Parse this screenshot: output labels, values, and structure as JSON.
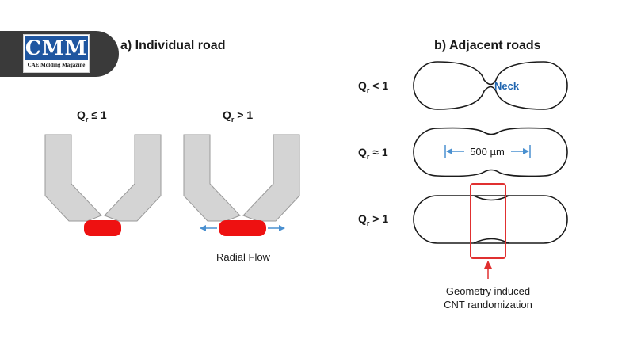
{
  "logo": {
    "name": "CMM",
    "tagline": "CAE Molding Magazine"
  },
  "panel_a": {
    "title": "a) Individual road",
    "case_left": {
      "q": "Q",
      "sub": "r",
      "rel": " ≤ 1"
    },
    "case_right": {
      "q": "Q",
      "sub": "r",
      "rel": " > 1"
    },
    "flow_label": "Radial Flow"
  },
  "panel_b": {
    "title": "b) Adjacent roads",
    "rows": [
      {
        "q": "Q",
        "sub": "r",
        "rel": " < 1"
      },
      {
        "q": "Q",
        "sub": "r",
        "rel": " ≈ 1"
      },
      {
        "q": "Q",
        "sub": "r",
        "rel": " > 1"
      }
    ],
    "neck_label": "Neck",
    "width_label": "500 µm",
    "caption_line1": "Geometry induced",
    "caption_line2": "CNT randomization"
  },
  "colors": {
    "nozzle": "#d4d4d4",
    "extrudate": "#ee1111",
    "arrow_blue": "#4a90d0",
    "neck_text": "#2166b0",
    "highlight_red": "#e03030",
    "outline": "#1a1a1a"
  }
}
